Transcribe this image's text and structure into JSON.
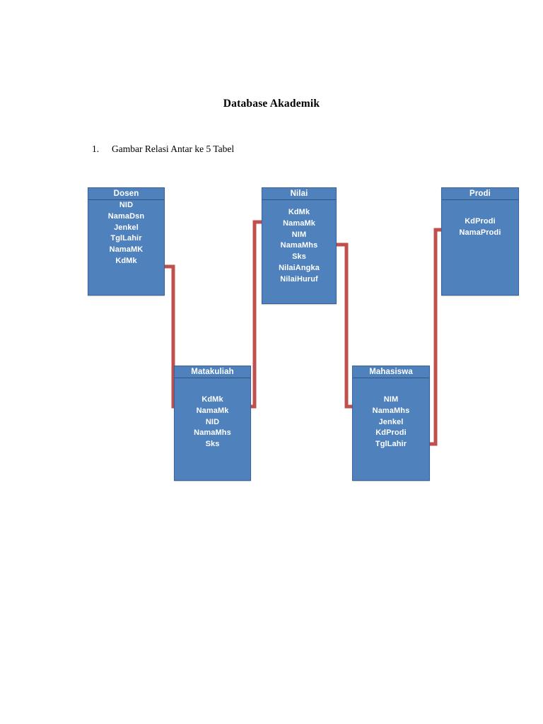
{
  "document": {
    "title": "Database Akademik",
    "list": [
      {
        "number": "1.",
        "text": "Gambar Relasi Antar ke 5 Tabel"
      }
    ]
  },
  "colors": {
    "entity_fill": "#4f81bd",
    "entity_border": "#3a6298",
    "entity_text": "#ffffff",
    "connector": "#c0504d",
    "page_background": "#ffffff",
    "document_text": "#000000"
  },
  "diagram": {
    "type": "entity-relationship",
    "entities": [
      {
        "id": "dosen",
        "name": "Dosen",
        "fields": [
          "NID",
          "NamaDsn",
          "Jenkel",
          "TglLahir",
          "NamaMK",
          "KdMk"
        ]
      },
      {
        "id": "nilai",
        "name": "Nilai",
        "fields": [
          "KdMk",
          "NamaMk",
          "NIM",
          "NamaMhs",
          "Sks",
          "NilaiAngka",
          "NilaiHuruf"
        ]
      },
      {
        "id": "prodi",
        "name": "Prodi",
        "fields": [
          "KdProdi",
          "NamaProdi"
        ]
      },
      {
        "id": "matakuliah",
        "name": "Matakuliah",
        "fields": [
          "KdMk",
          "NamaMk",
          "NID",
          "NamaMhs",
          "Sks"
        ]
      },
      {
        "id": "mahasiswa",
        "name": "Mahasiswa",
        "fields": [
          "NIM",
          "NamaMhs",
          "Jenkel",
          "KdProdi",
          "TglLahir"
        ]
      }
    ],
    "relationships": [
      {
        "id": "rel-dosen-matakuliah",
        "from": "dosen.KdMk",
        "to": "matakuliah.KdMk"
      },
      {
        "id": "rel-nilai-matakuliah",
        "from": "nilai.KdMk",
        "to": "matakuliah.KdMk"
      },
      {
        "id": "rel-nilai-mahasiswa",
        "from": "nilai.NIM",
        "to": "mahasiswa.NIM"
      },
      {
        "id": "rel-prodi-mahasiswa",
        "from": "prodi.KdProdi",
        "to": "mahasiswa.KdProdi"
      }
    ]
  }
}
